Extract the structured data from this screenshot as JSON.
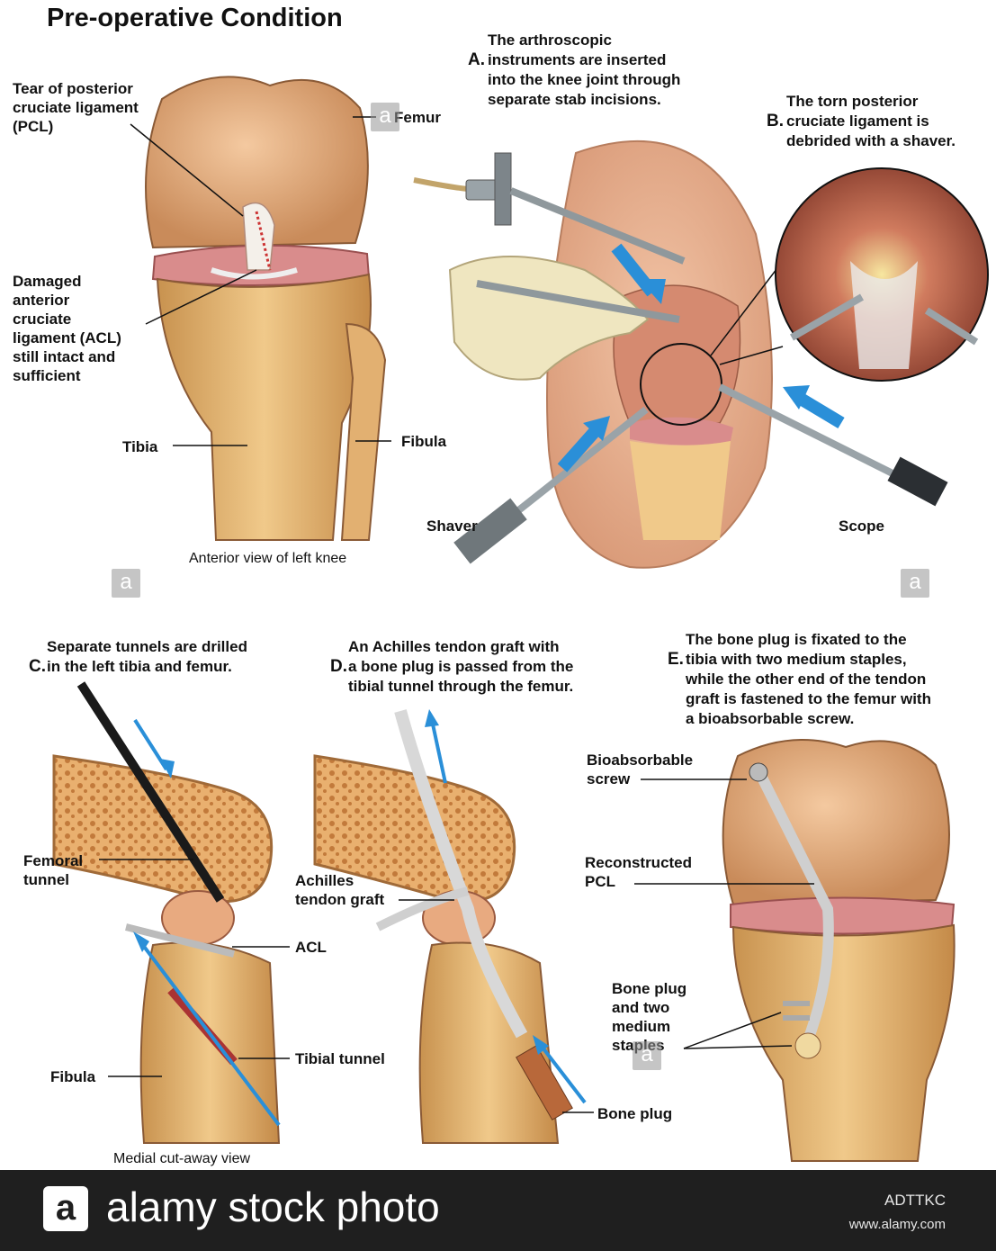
{
  "title": "Pre-operative Condition",
  "left_labels": {
    "pcl_tear": "Tear of posterior\ncruciate ligament\n(PCL)",
    "femur": "Femur",
    "acl_damaged": "Damaged\nanterior\ncruciate\nligament (ACL)\nstill intact and\nsufficient",
    "tibia": "Tibia",
    "fibula": "Fibula",
    "view_caption": "Anterior view of left knee"
  },
  "steps": {
    "a": {
      "letter": "A.",
      "text": "The arthroscopic\ninstruments are inserted\ninto the knee joint through\nseparate stab incisions."
    },
    "b": {
      "letter": "B.",
      "text": "The torn posterior\ncruciate ligament is\ndebrided with a shaver."
    },
    "c": {
      "letter": "C.",
      "text": "Separate tunnels are drilled\nin the left tibia and femur."
    },
    "d": {
      "letter": "D.",
      "text": "An Achilles tendon graft with\na bone plug is passed from the\ntibial tunnel through the femur."
    },
    "e": {
      "letter": "E.",
      "text": "The bone plug is fixated to the\ntibia with two medium staples,\nwhile the other end of the tendon\ngraft is fastened to the femur with\na bioabsorbable screw."
    }
  },
  "arthroscopy_labels": {
    "shaver": "Shaver",
    "scope": "Scope"
  },
  "cutaway_labels": {
    "femoral_tunnel": "Femoral\ntunnel",
    "acl": "ACL",
    "fibula": "Fibula",
    "tibial_tunnel": "Tibial tunnel",
    "achilles_graft": "Achilles\ntendon graft",
    "bone_plug": "Bone plug",
    "view_caption": "Medial cut-away view"
  },
  "reconstruction_labels": {
    "screw": "Bioabsorbable\nscrew",
    "reconstructed_pcl": "Reconstructed\nPCL",
    "plug_staples": "Bone plug\nand two\nmedium\nstaples"
  },
  "watermark": {
    "glyph": "a"
  },
  "footer": {
    "logo_glyph": "a",
    "brand": "alamy stock photo",
    "code": "ADTTKC",
    "site": "www.alamy.com"
  },
  "colors": {
    "bone": "#e6b27a",
    "bone_dark": "#b97a45",
    "cartilage": "#d98c8c",
    "arrow": "#2a8fd8",
    "footer": "#1f1f1f"
  }
}
